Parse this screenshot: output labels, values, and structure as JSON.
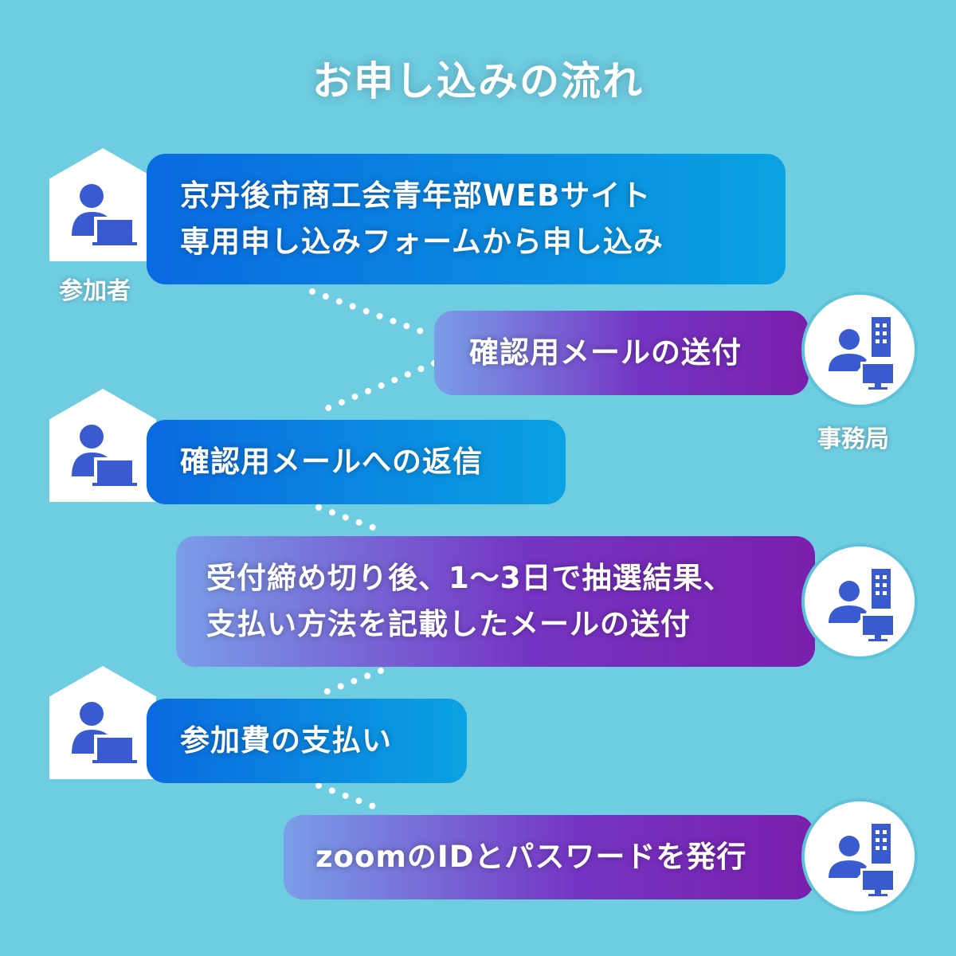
{
  "title": "お申し込みの流れ",
  "roles": {
    "participant": "参加者",
    "office": "事務局"
  },
  "steps": [
    {
      "actor": "participant",
      "text": "京丹後市商工会青年部WEBサイト\n専用申し込みフォームから申し込み"
    },
    {
      "actor": "office",
      "text": "確認用メールの送付"
    },
    {
      "actor": "participant",
      "text": "確認用メールへの返信"
    },
    {
      "actor": "office",
      "text": "受付締め切り後、1〜3日で抽選結果、\n支払い方法を記載したメールの送付"
    },
    {
      "actor": "participant",
      "text": "参加費の支払い"
    },
    {
      "actor": "office",
      "text": "zoomのIDとパスワードを発行"
    }
  ],
  "icons": {
    "participant": "person-with-laptop-icon",
    "office": "person-with-building-and-monitor-icon"
  },
  "colors": {
    "background": "#6ecde1",
    "participant_bubble": "#0a6ae0",
    "office_bubble": "#7535c4",
    "icon_blue": "#3a5bd0"
  }
}
